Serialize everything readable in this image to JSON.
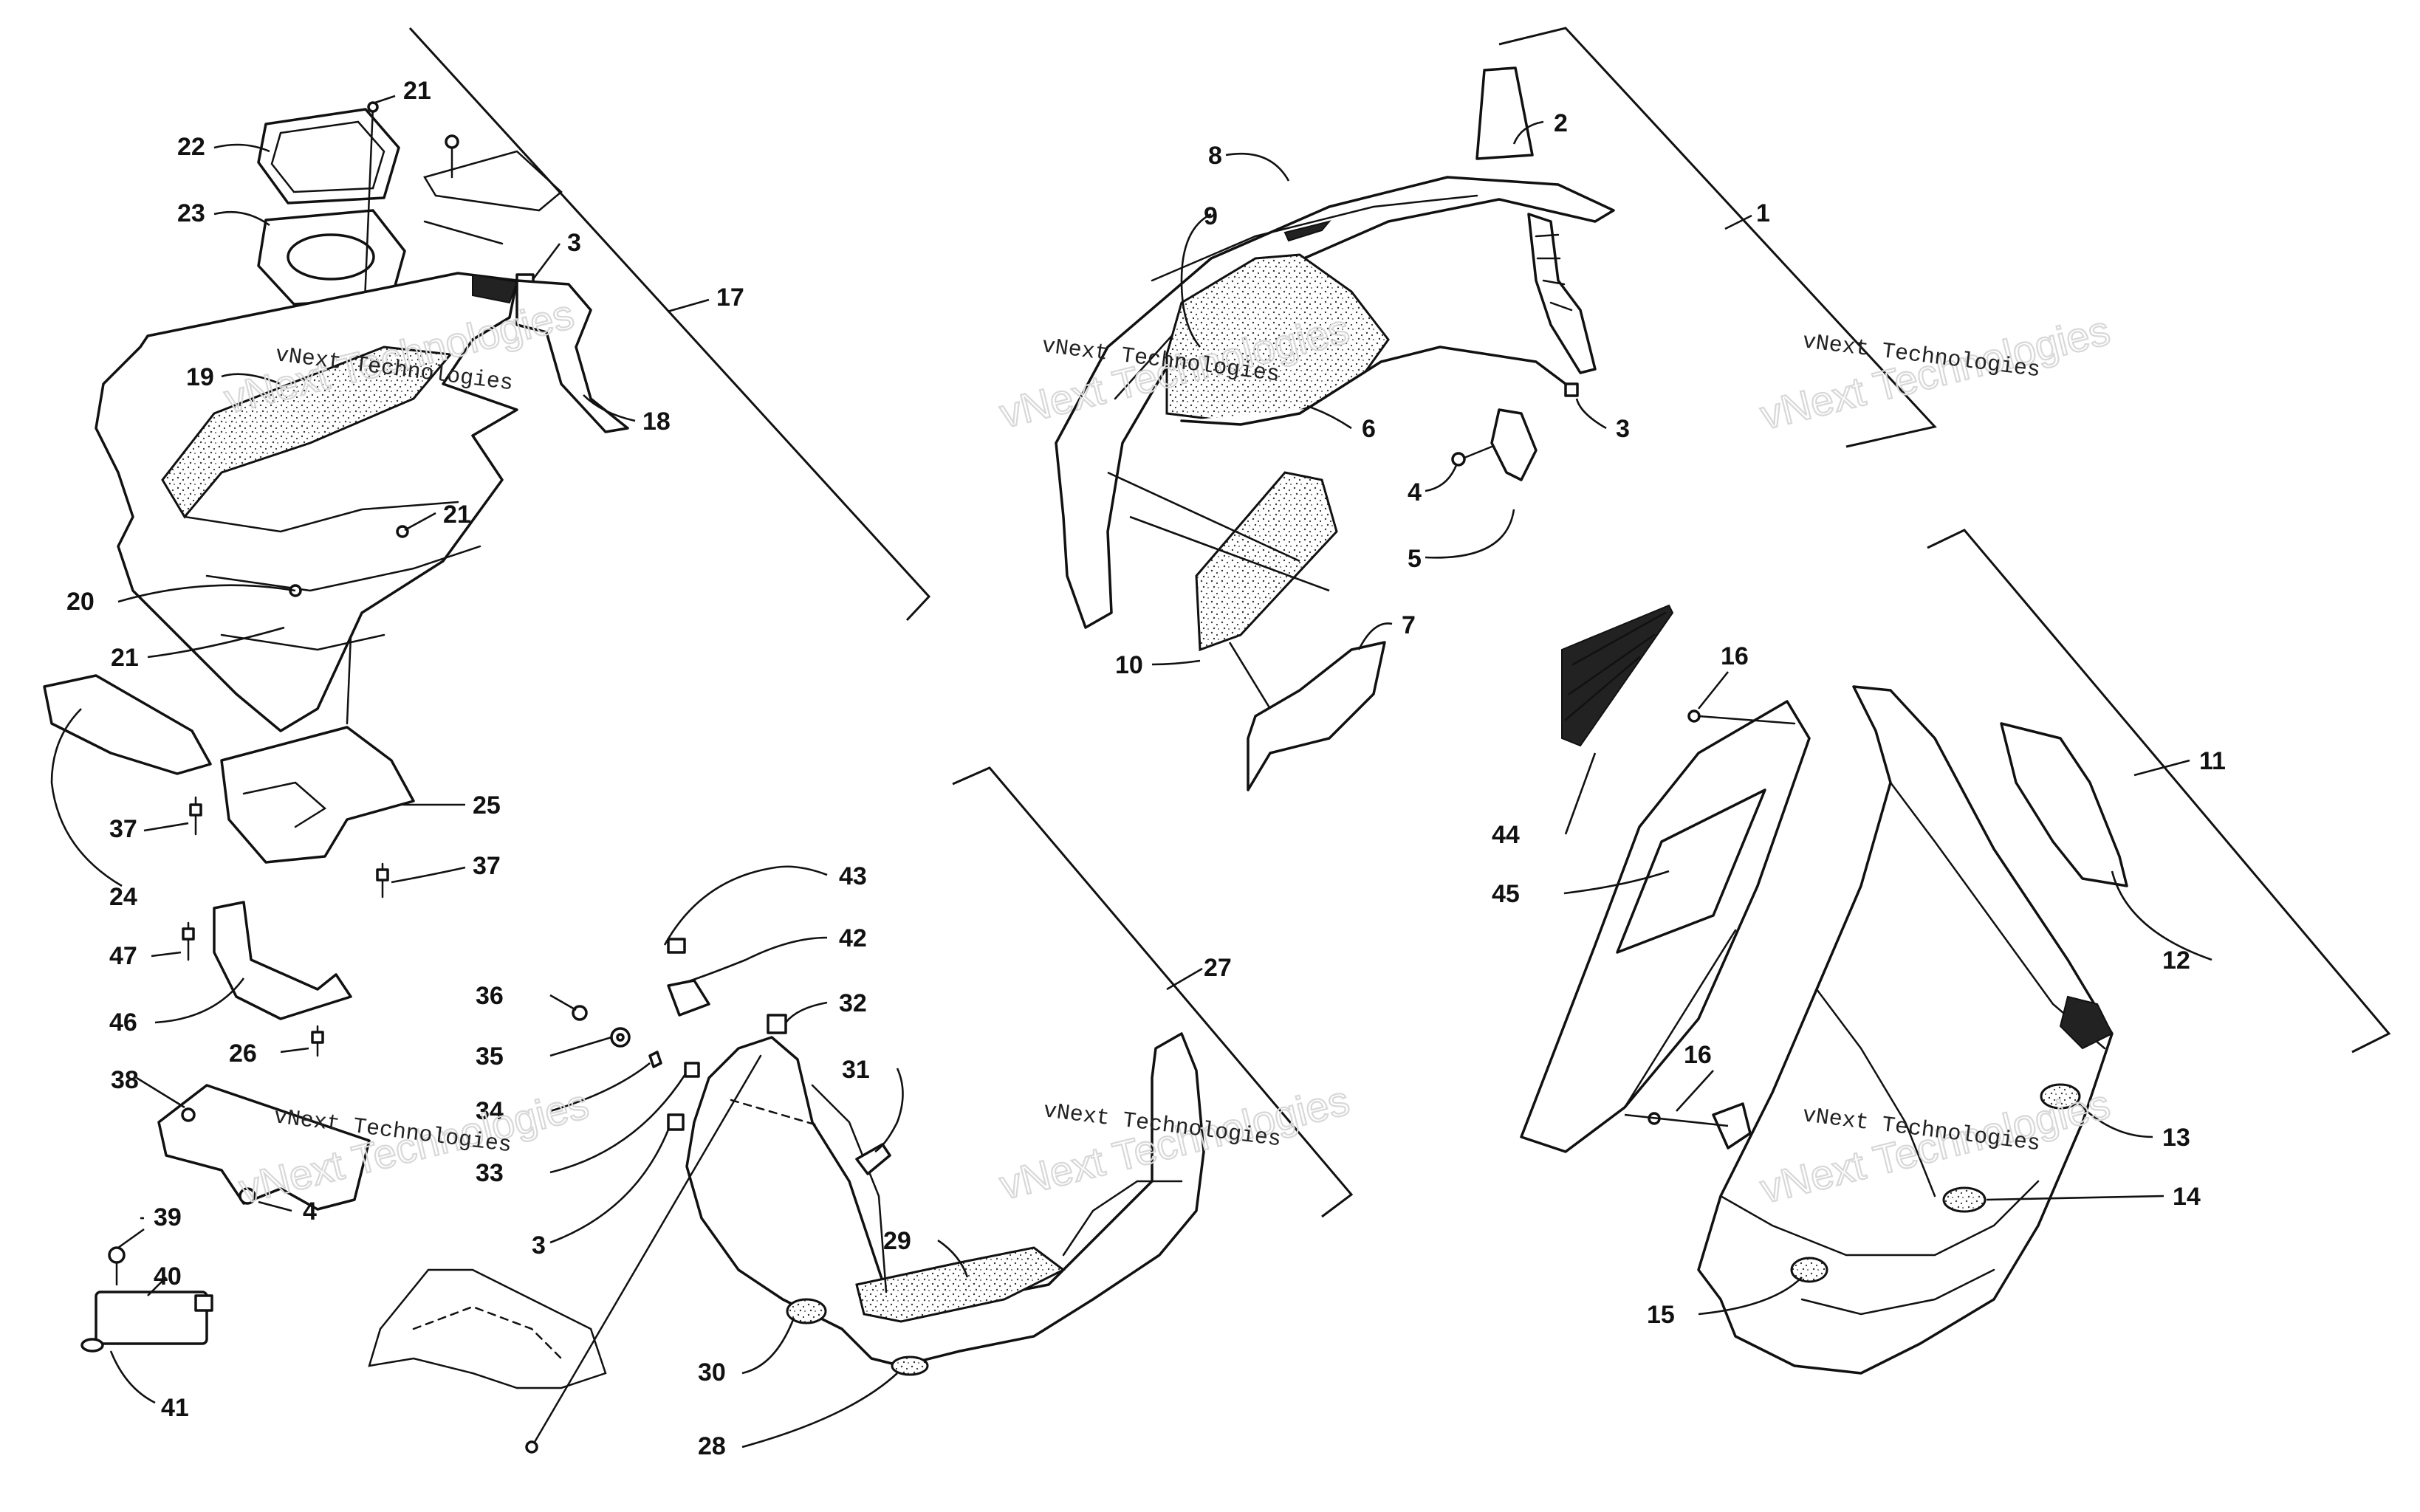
{
  "diagram": {
    "watermark_small": "vNext Technologies",
    "watermark_big": "vNext Technologies"
  },
  "callouts": {
    "c1": "1",
    "c2": "2",
    "c3a": "3",
    "c3b": "3",
    "c3c": "3",
    "c4a": "4",
    "c4b": "4",
    "c5": "5",
    "c6": "6",
    "c7": "7",
    "c8": "8",
    "c9": "9",
    "c10": "10",
    "c11": "11",
    "c12": "12",
    "c13": "13",
    "c14": "14",
    "c15": "15",
    "c16a": "16",
    "c16b": "16",
    "c17": "17",
    "c18": "18",
    "c19": "19",
    "c20": "20",
    "c21a": "21",
    "c21b": "21",
    "c21c": "21",
    "c22": "22",
    "c23": "23",
    "c24": "24",
    "c25": "25",
    "c26": "26",
    "c27": "27",
    "c28": "28",
    "c29": "29",
    "c30": "30",
    "c31": "31",
    "c32": "32",
    "c33": "33",
    "c34": "34",
    "c35": "35",
    "c36": "36",
    "c37a": "37",
    "c37b": "37",
    "c38": "38",
    "c39": "39",
    "c40": "40",
    "c41": "41",
    "c42": "42",
    "c43": "43",
    "c44": "44",
    "c45": "45",
    "c46": "46",
    "c47": "47"
  }
}
